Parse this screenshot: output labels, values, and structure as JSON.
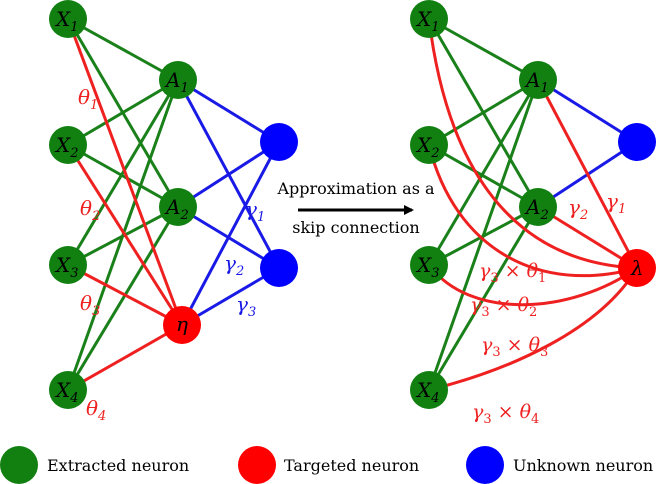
{
  "colors": {
    "extracted": "#118011",
    "targeted": "#ff0000",
    "unknown": "#0000ff",
    "red_edge": "#ee2020",
    "blue_edge": "#1a1ae6",
    "green_edge": "#1a801a"
  },
  "left": {
    "inputs": [
      {
        "base": "X",
        "sub": "1"
      },
      {
        "base": "X",
        "sub": "2"
      },
      {
        "base": "X",
        "sub": "3"
      },
      {
        "base": "X",
        "sub": "4"
      }
    ],
    "hidden": [
      {
        "base": "A",
        "sub": "1"
      },
      {
        "base": "A",
        "sub": "2"
      },
      {
        "base": "η",
        "sub": ""
      }
    ],
    "theta_labels": [
      {
        "base": "θ",
        "sub": "1"
      },
      {
        "base": "θ",
        "sub": "2"
      },
      {
        "base": "θ",
        "sub": "3"
      },
      {
        "base": "θ",
        "sub": "4"
      }
    ],
    "gamma_labels": [
      {
        "base": "γ",
        "sub": "1"
      },
      {
        "base": "γ",
        "sub": "2"
      },
      {
        "base": "γ",
        "sub": "3"
      }
    ]
  },
  "arrow": {
    "line1": "Approximation as a",
    "line2": "skip connection"
  },
  "right": {
    "inputs": [
      {
        "base": "X",
        "sub": "1"
      },
      {
        "base": "X",
        "sub": "2"
      },
      {
        "base": "X",
        "sub": "3"
      },
      {
        "base": "X",
        "sub": "4"
      }
    ],
    "hidden": [
      {
        "base": "A",
        "sub": "1"
      },
      {
        "base": "A",
        "sub": "2"
      }
    ],
    "lambda": "λ",
    "gamma_labels": [
      {
        "base": "γ",
        "sub": "2"
      },
      {
        "base": "γ",
        "sub": "1"
      }
    ],
    "skip_labels": [
      {
        "g": "γ",
        "gsub": "3",
        "op": "×",
        "t": "θ",
        "tsub": "1"
      },
      {
        "g": "γ",
        "gsub": "3",
        "op": "×",
        "t": "θ",
        "tsub": "2"
      },
      {
        "g": "γ",
        "gsub": "3",
        "op": "×",
        "t": "θ",
        "tsub": "3"
      },
      {
        "g": "γ",
        "gsub": "3",
        "op": "×",
        "t": "θ",
        "tsub": "4"
      }
    ]
  },
  "legend": [
    {
      "label": "Extracted neuron",
      "color": "#118011"
    },
    {
      "label": "Targeted neuron",
      "color": "#ff0000"
    },
    {
      "label": "Unknown neuron",
      "color": "#0000ff"
    }
  ]
}
